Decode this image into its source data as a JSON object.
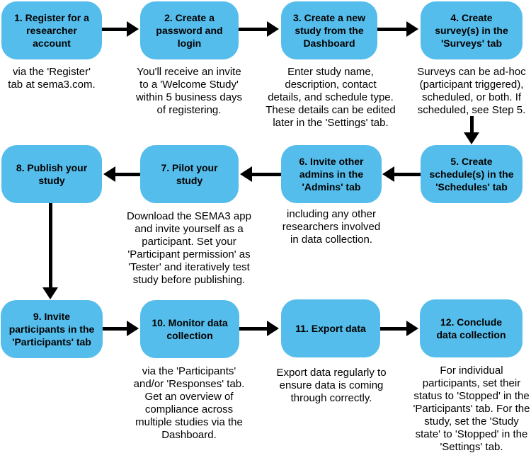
{
  "diagram_type": "flowchart",
  "colors": {
    "node_fill": "#55BDEB",
    "arrow": "#000000",
    "text": "#000000",
    "background": "#FFFFFF"
  },
  "steps": [
    {
      "number": 1,
      "label": "1. Register for a\nresearcher\naccount",
      "caption": "via the 'Register'\ntab at sema3.com."
    },
    {
      "number": 2,
      "label": "2. Create a\npassword and\nlogin",
      "caption": "You'll receive an invite\nto a 'Welcome Study'\nwithin 5 business days\nof registering."
    },
    {
      "number": 3,
      "label": "3. Create a new\nstudy from the\nDashboard",
      "caption": "Enter study name,\ndescription, contact\ndetails, and schedule type.\nThese details can be edited\nlater in the 'Settings' tab."
    },
    {
      "number": 4,
      "label": "4. Create\nsurvey(s) in the\n'Surveys' tab",
      "caption": "Surveys can be ad-hoc\n(participant triggered),\nscheduled, or both. If\nscheduled, see Step 5."
    },
    {
      "number": 5,
      "label": "5. Create\nschedule(s) in the\n'Schedules' tab"
    },
    {
      "number": 6,
      "label": "6. Invite other\nadmins in the\n'Admins' tab",
      "caption": "including any other\nresearchers involved\nin data collection."
    },
    {
      "number": 7,
      "label": "7. Pilot your\nstudy",
      "caption": "Download the SEMA3 app\nand invite yourself as a\nparticipant. Set your\n'Participant permission' as\n'Tester' and iteratively test\nstudy before publishing."
    },
    {
      "number": 8,
      "label": "8. Publish your\nstudy"
    },
    {
      "number": 9,
      "label": "9. Invite\nparticipants in the\n'Participants' tab"
    },
    {
      "number": 10,
      "label": "10. Monitor data\ncollection",
      "caption": "via the 'Participants'\nand/or 'Responses' tab.\nGet an overview of\ncompliance across\nmultiple studies via the\nDashboard."
    },
    {
      "number": 11,
      "label": "11. Export data",
      "caption": "Export data regularly to\nensure data is coming\nthrough correctly."
    },
    {
      "number": 12,
      "label": "12. Conclude\ndata collection",
      "caption": "For individual\nparticipants, set their\nstatus to 'Stopped' in the\n'Participants' tab. For the\nstudy, set the 'Study\nstate' to 'Stopped' in the\n'Settings' tab."
    }
  ],
  "connections": [
    {
      "from": 1,
      "to": 2,
      "direction": "right"
    },
    {
      "from": 2,
      "to": 3,
      "direction": "right"
    },
    {
      "from": 3,
      "to": 4,
      "direction": "right"
    },
    {
      "from": 4,
      "to": 5,
      "direction": "down"
    },
    {
      "from": 5,
      "to": 6,
      "direction": "left"
    },
    {
      "from": 6,
      "to": 7,
      "direction": "left"
    },
    {
      "from": 7,
      "to": 8,
      "direction": "left"
    },
    {
      "from": 8,
      "to": 9,
      "direction": "down"
    },
    {
      "from": 9,
      "to": 10,
      "direction": "right"
    },
    {
      "from": 10,
      "to": 11,
      "direction": "right"
    },
    {
      "from": 11,
      "to": 12,
      "direction": "right"
    }
  ]
}
